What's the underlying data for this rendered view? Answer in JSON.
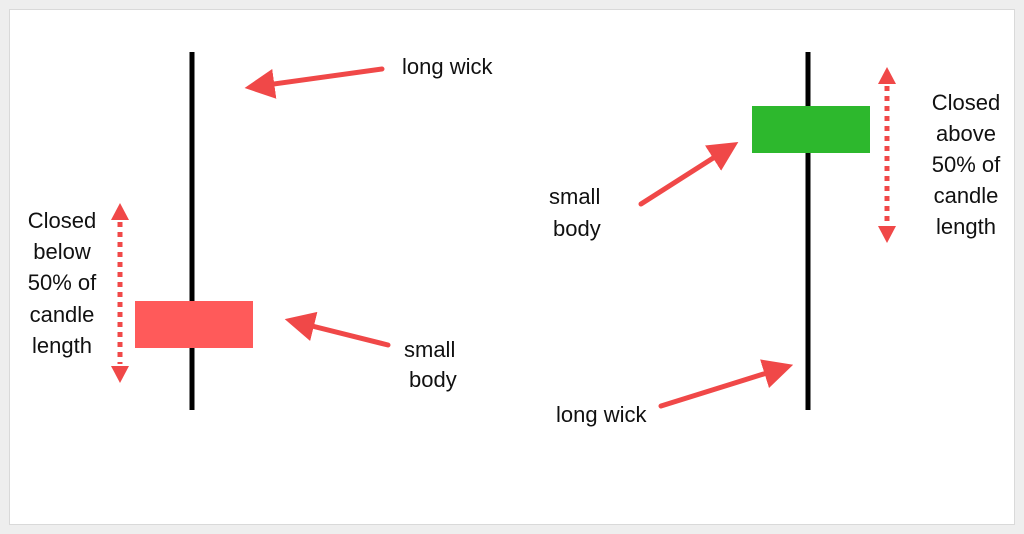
{
  "left_candle": {
    "type": "bearish pin bar",
    "body_color": "#ff5a5a",
    "wick_color": "#000000",
    "labels": {
      "wick": "long wick",
      "body_line1": "small",
      "body_line2": "body",
      "close_line1": "Closed",
      "close_line2": "below",
      "close_line3": "50% of",
      "close_line4": "candle",
      "close_line5": "length"
    }
  },
  "right_candle": {
    "type": "bullish pin bar",
    "body_color": "#2db82d",
    "wick_color": "#000000",
    "labels": {
      "wick": "long wick",
      "body_line1": "small",
      "body_line2": "body",
      "close_line1": "Closed",
      "close_line2": "above",
      "close_line3": "50% of",
      "close_line4": "candle",
      "close_line5": "length"
    }
  },
  "colors": {
    "arrow": "#f04848",
    "background": "#ffffff",
    "frame": "#eeeeee"
  }
}
